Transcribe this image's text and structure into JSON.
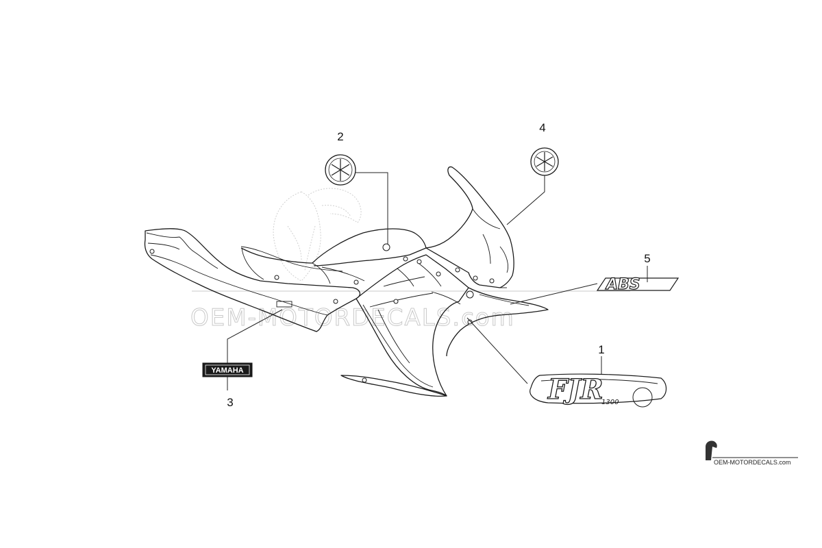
{
  "watermark": {
    "text": "OEM-MOTORDECALS.com",
    "footer_text": "OEM-MOTORDECALS.com"
  },
  "callouts": [
    {
      "id": "1",
      "label": "1"
    },
    {
      "id": "2",
      "label": "2"
    },
    {
      "id": "3",
      "label": "3"
    },
    {
      "id": "4",
      "label": "4"
    },
    {
      "id": "5",
      "label": "5"
    }
  ],
  "decals": {
    "yamaha_badge_text": "YAMAHA",
    "fjr_text": "FJR",
    "fjr_sub_text": "1300",
    "abs_text": "ABS",
    "emblem_icon": "tuning-fork-emblem-icon"
  }
}
